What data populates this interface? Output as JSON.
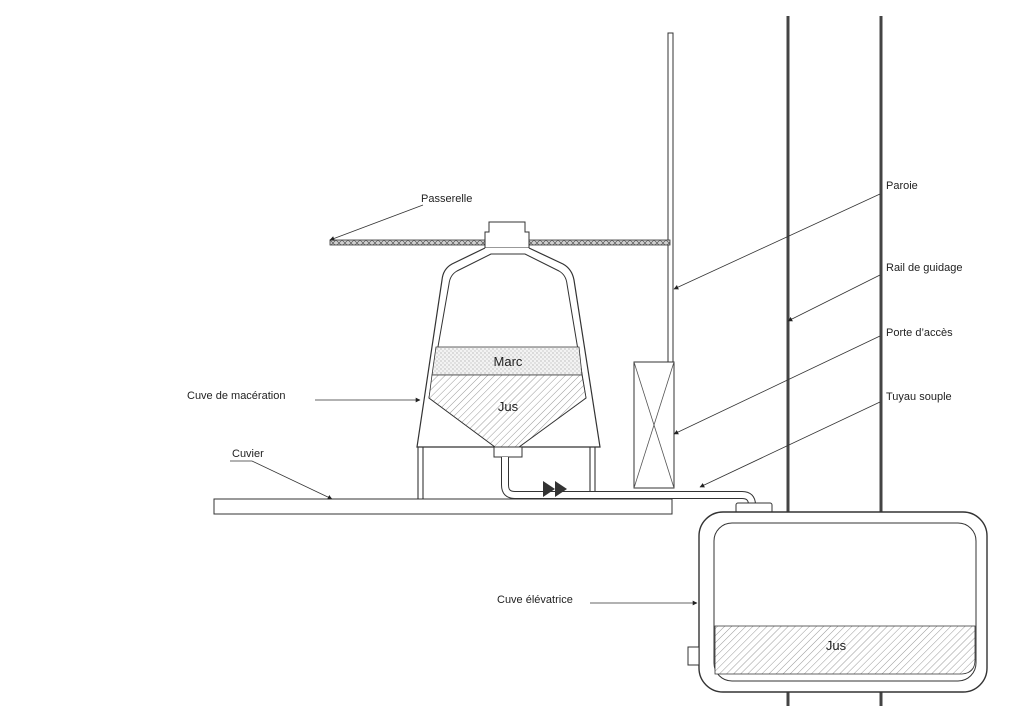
{
  "diagram": {
    "labels": {
      "passerelle": "Passerelle",
      "paroie": "Paroie",
      "rail": "Rail de guidage",
      "porte": "Porte d’accès",
      "tuyau": "Tuyau souple",
      "cuve_maceration": "Cuve de macération",
      "cuvier": "Cuvier",
      "cuve_elevatrice": "Cuve élévatrice"
    },
    "contents": {
      "marc": "Marc",
      "jus_maceration": "Jus",
      "jus_elevatrice": "Jus"
    }
  }
}
